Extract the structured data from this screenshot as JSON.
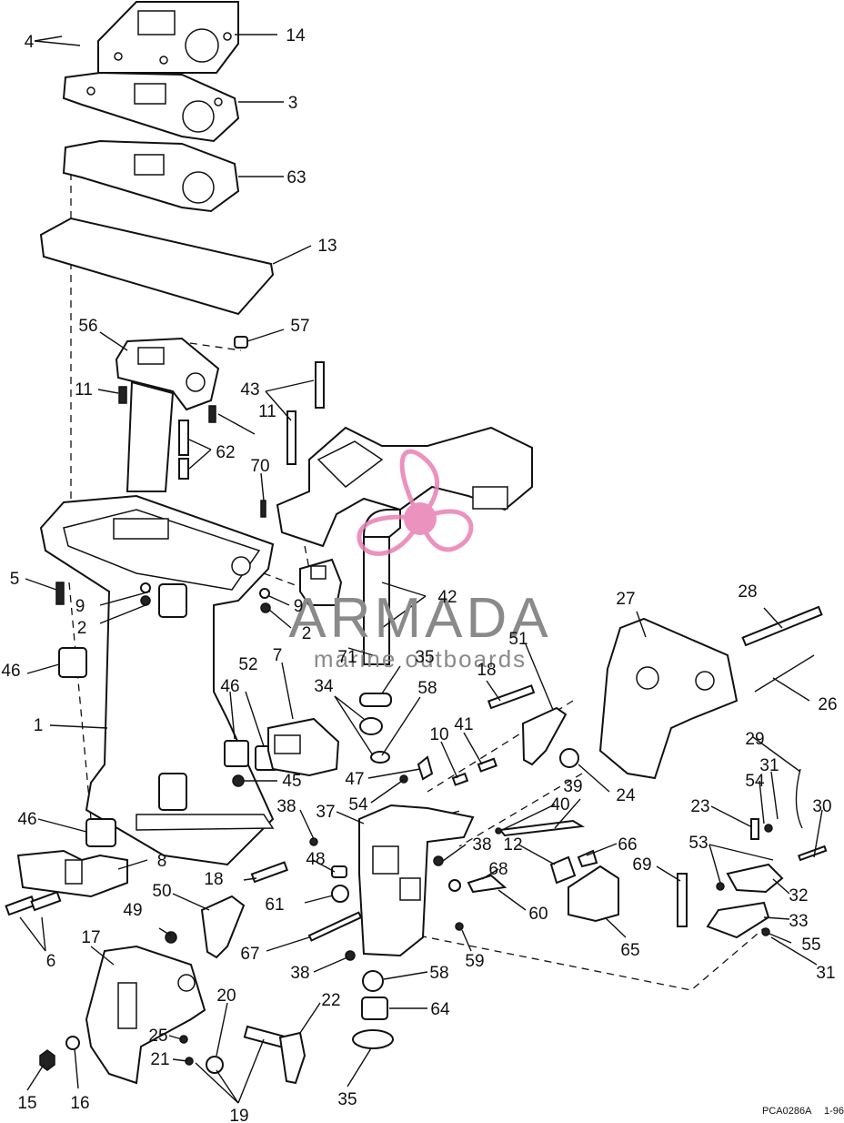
{
  "watermark": {
    "brand": "ARMADA",
    "tagline": "marine outboards",
    "accent_color": "#e87fb5"
  },
  "drawing_code": "PCA0286A",
  "drawing_date": "1-96",
  "callouts": [
    {
      "id": "c4",
      "label": "4"
    },
    {
      "id": "c14",
      "label": "14"
    },
    {
      "id": "c3",
      "label": "3"
    },
    {
      "id": "c63",
      "label": "63"
    },
    {
      "id": "c13",
      "label": "13"
    },
    {
      "id": "c56",
      "label": "56"
    },
    {
      "id": "c57",
      "label": "57"
    },
    {
      "id": "c43",
      "label": "43"
    },
    {
      "id": "c11a",
      "label": "11"
    },
    {
      "id": "c11b",
      "label": "11"
    },
    {
      "id": "c62",
      "label": "62"
    },
    {
      "id": "c70",
      "label": "70"
    },
    {
      "id": "c5",
      "label": "5"
    },
    {
      "id": "c9a",
      "label": "9"
    },
    {
      "id": "c9b",
      "label": "9"
    },
    {
      "id": "c2a",
      "label": "2"
    },
    {
      "id": "c2b",
      "label": "2"
    },
    {
      "id": "c42",
      "label": "42"
    },
    {
      "id": "c71",
      "label": "71"
    },
    {
      "id": "c27",
      "label": "27"
    },
    {
      "id": "c28",
      "label": "28"
    },
    {
      "id": "c46a",
      "label": "46"
    },
    {
      "id": "c7",
      "label": "7"
    },
    {
      "id": "c35a",
      "label": "35"
    },
    {
      "id": "c51",
      "label": "51"
    },
    {
      "id": "c18a",
      "label": "18"
    },
    {
      "id": "c26",
      "label": "26"
    },
    {
      "id": "c1",
      "label": "1"
    },
    {
      "id": "c34",
      "label": "34"
    },
    {
      "id": "c58a",
      "label": "58"
    },
    {
      "id": "c52",
      "label": "52"
    },
    {
      "id": "c46b",
      "label": "46"
    },
    {
      "id": "c41",
      "label": "41"
    },
    {
      "id": "c10",
      "label": "10"
    },
    {
      "id": "c29",
      "label": "29"
    },
    {
      "id": "c45",
      "label": "45"
    },
    {
      "id": "c47",
      "label": "47"
    },
    {
      "id": "c24",
      "label": "24"
    },
    {
      "id": "c31a",
      "label": "31"
    },
    {
      "id": "c54a",
      "label": "54"
    },
    {
      "id": "c39",
      "label": "39"
    },
    {
      "id": "c38a",
      "label": "38"
    },
    {
      "id": "c37",
      "label": "37"
    },
    {
      "id": "c54b",
      "label": "54"
    },
    {
      "id": "c40",
      "label": "40"
    },
    {
      "id": "c23",
      "label": "23"
    },
    {
      "id": "c30",
      "label": "30"
    },
    {
      "id": "c46c",
      "label": "46"
    },
    {
      "id": "c12",
      "label": "12"
    },
    {
      "id": "c66",
      "label": "66"
    },
    {
      "id": "c53",
      "label": "53"
    },
    {
      "id": "c38b",
      "label": "38"
    },
    {
      "id": "c8",
      "label": "8"
    },
    {
      "id": "c48",
      "label": "48"
    },
    {
      "id": "c68",
      "label": "68"
    },
    {
      "id": "c69",
      "label": "69"
    },
    {
      "id": "c18b",
      "label": "18"
    },
    {
      "id": "c32",
      "label": "32"
    },
    {
      "id": "c61",
      "label": "61"
    },
    {
      "id": "c50",
      "label": "50"
    },
    {
      "id": "c60",
      "label": "60"
    },
    {
      "id": "c33",
      "label": "33"
    },
    {
      "id": "c49",
      "label": "49"
    },
    {
      "id": "c6",
      "label": "6"
    },
    {
      "id": "c17",
      "label": "17"
    },
    {
      "id": "c65",
      "label": "65"
    },
    {
      "id": "c55",
      "label": "55"
    },
    {
      "id": "c67",
      "label": "67"
    },
    {
      "id": "c59",
      "label": "59"
    },
    {
      "id": "c38c",
      "label": "38"
    },
    {
      "id": "c58b",
      "label": "58"
    },
    {
      "id": "c31b",
      "label": "31"
    },
    {
      "id": "c20",
      "label": "20"
    },
    {
      "id": "c22",
      "label": "22"
    },
    {
      "id": "c64",
      "label": "64"
    },
    {
      "id": "c25",
      "label": "25"
    },
    {
      "id": "c21",
      "label": "21"
    },
    {
      "id": "c15",
      "label": "15"
    },
    {
      "id": "c16",
      "label": "16"
    },
    {
      "id": "c19",
      "label": "19"
    },
    {
      "id": "c35b",
      "label": "35"
    }
  ]
}
